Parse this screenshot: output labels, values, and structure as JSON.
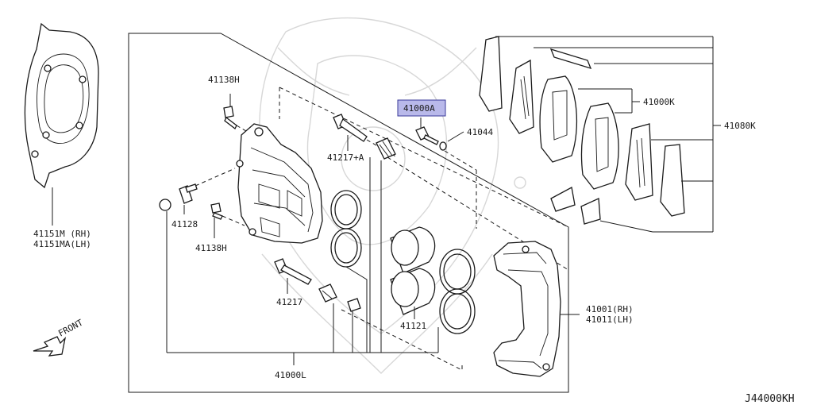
{
  "diagram_code": "J44000KH",
  "highlight_color": "#b9b9ea",
  "front_indicator": "FRONT",
  "parts": {
    "backing_plate_rh": "41151M  (RH)",
    "backing_plate_lh": "41151MA(LH)",
    "bolt_upper": "41138H",
    "bolt_lower": "41138H",
    "bleeder": "41128",
    "pin_bolt_a": "41217+A",
    "pin_bolt": "41217",
    "caliper_assy": "41000L",
    "piston": "41121",
    "highlighted_part": "41000A",
    "washer": "41044",
    "pad_kit": "41000K",
    "pad_shim_kit": "41080K",
    "torque_member_rh": "41001(RH)",
    "torque_member_lh": "41011(LH)"
  }
}
